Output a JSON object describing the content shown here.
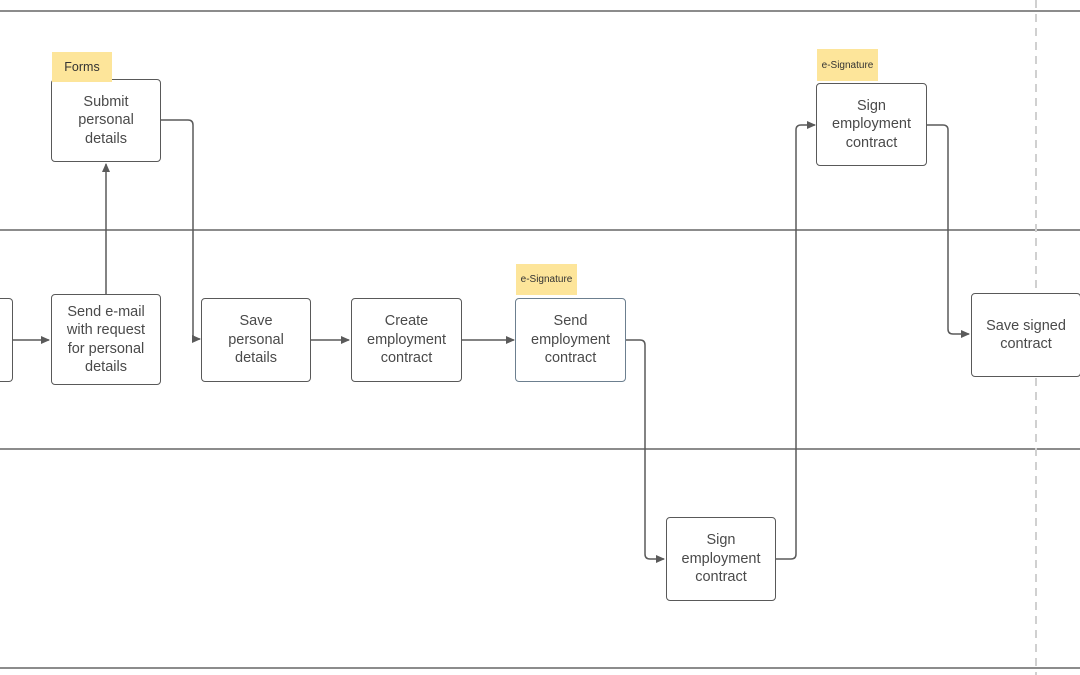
{
  "colors": {
    "lane_line": "#666666",
    "connector": "#5a5a5a",
    "node_border": "#595959",
    "node_border_highlight": "#6c7f8f",
    "tag_fill": "#fde59a",
    "text": "#4a4a4a",
    "dashed_boundary": "#d0d0d0"
  },
  "nodes": {
    "partial": "",
    "send_email": "Send e-mail\nwith request\nfor personal\ndetails",
    "submit_details": "Submit\npersonal\ndetails",
    "save_details": "Save\npersonal\ndetails",
    "create_contract": "Create\nemployment\ncontract",
    "send_contract": "Send\nemployment\ncontract",
    "sign_contract_bottom": "Sign\nemployment\ncontract",
    "sign_contract_top": "Sign\nemployment\ncontract",
    "save_signed": "Save signed\ncontract"
  },
  "tags": {
    "forms": "Forms",
    "esig_1": "e-Signature",
    "esig_2": "e-Signature"
  }
}
